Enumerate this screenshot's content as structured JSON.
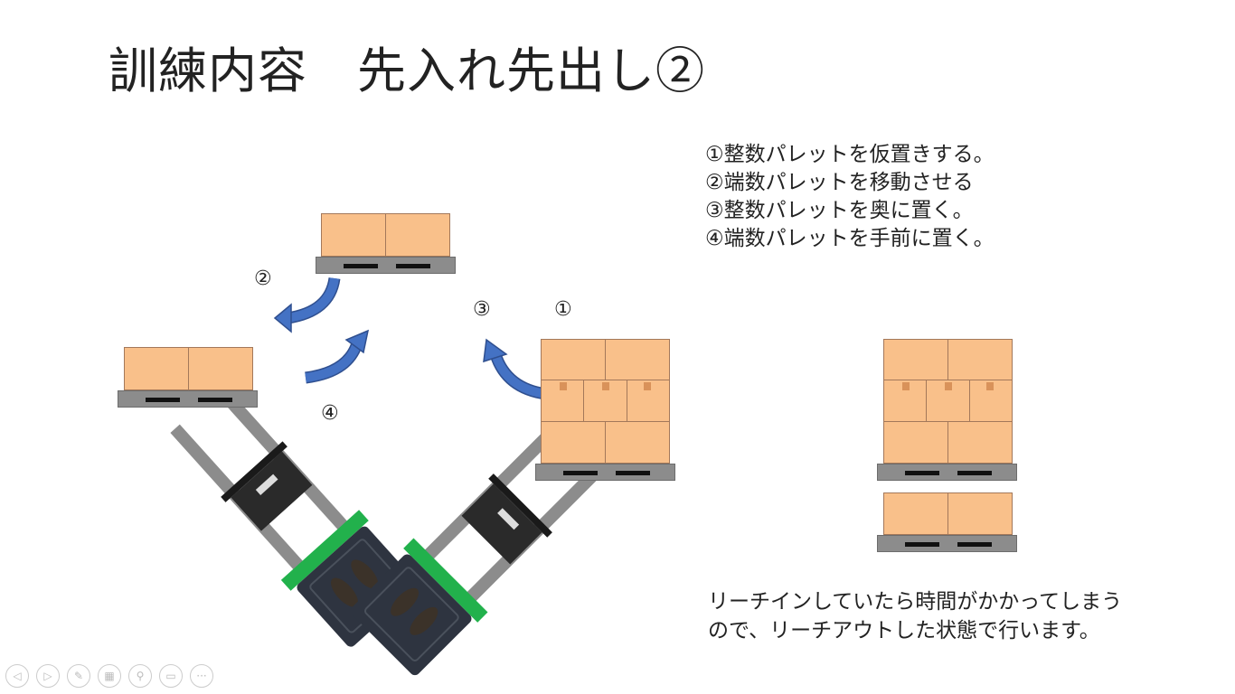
{
  "slide": {
    "title": "訓練内容　先入れ先出し②",
    "steps": [
      "①整数パレットを仮置きする。",
      "②端数パレットを移動させる",
      "③整数パレットを奥に置く。",
      "④端数パレットを手前に置く。"
    ],
    "note_lines": [
      "リーチインしていたら時間がかかってしまう",
      "ので、リーチアウトした状態で行います。"
    ],
    "diagram_labels": {
      "one": "①",
      "two": "②",
      "three": "③",
      "four": "④"
    }
  },
  "colors": {
    "box": "#f9c08a",
    "pallet": "#8c8c8c",
    "arrow": "#4472c4",
    "truck_accent": "#22b14c",
    "truck_body": "#2e3440"
  },
  "controls": [
    {
      "name": "previous-slide-button",
      "icon": "◁"
    },
    {
      "name": "next-slide-button",
      "icon": "▷"
    },
    {
      "name": "pen-button",
      "icon": "✎"
    },
    {
      "name": "see-all-slides-button",
      "icon": "▦"
    },
    {
      "name": "zoom-button",
      "icon": "⚲"
    },
    {
      "name": "camera-button",
      "icon": "▭"
    },
    {
      "name": "more-options-button",
      "icon": "···"
    }
  ]
}
